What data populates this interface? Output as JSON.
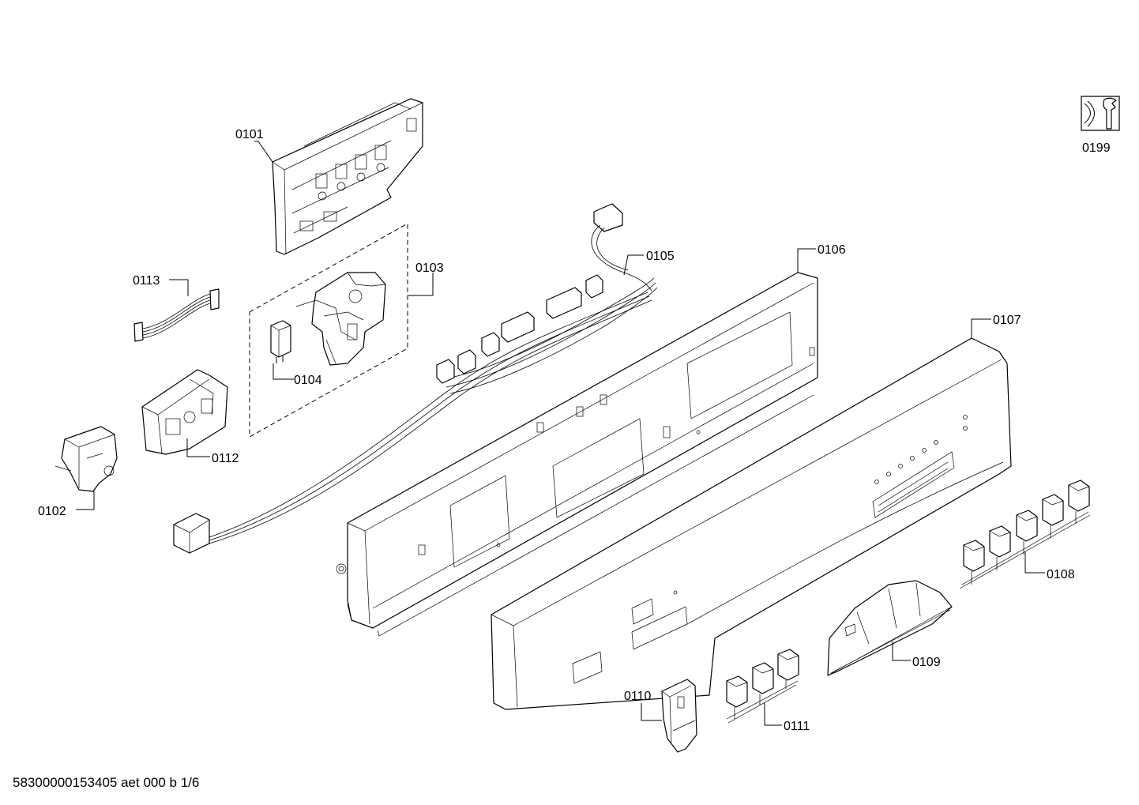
{
  "footer_text": "58300000153405 aet 000 b 1/6",
  "callouts": {
    "p0101": "0101",
    "p0102": "0102",
    "p0103": "0103",
    "p0104": "0104",
    "p0105": "0105",
    "p0106": "0106",
    "p0107": "0107",
    "p0108": "0108",
    "p0109": "0109",
    "p0110": "0110",
    "p0111": "0111",
    "p0112": "0112",
    "p0113": "0113",
    "p0199": "0199"
  },
  "icons": {
    "service_tool": "wrench-icon"
  },
  "colors": {
    "line": "#000000",
    "background": "#ffffff"
  }
}
